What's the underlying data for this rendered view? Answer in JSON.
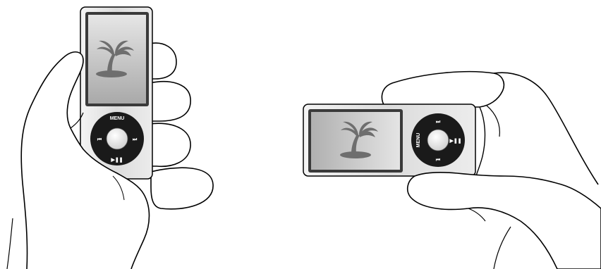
{
  "illustrations": [
    {
      "orientation": "portrait",
      "wheel": {
        "top_label": "MENU",
        "left_label": "⏮",
        "right_label": "⏭",
        "bottom_label": "▶❚❚"
      }
    },
    {
      "orientation": "landscape",
      "wheel": {
        "top_label": "⏭",
        "left_label": "MENU",
        "right_label": "▶❚❚",
        "bottom_label": "⏮"
      }
    }
  ],
  "colors": {
    "outline": "#000000",
    "device_body": "#d8d8d8",
    "screen_bg": "#bdbdbd",
    "palm_icon": "#6e6e6e",
    "wheel": "#1a1a1a",
    "wheel_center": "#f2f2f2"
  }
}
